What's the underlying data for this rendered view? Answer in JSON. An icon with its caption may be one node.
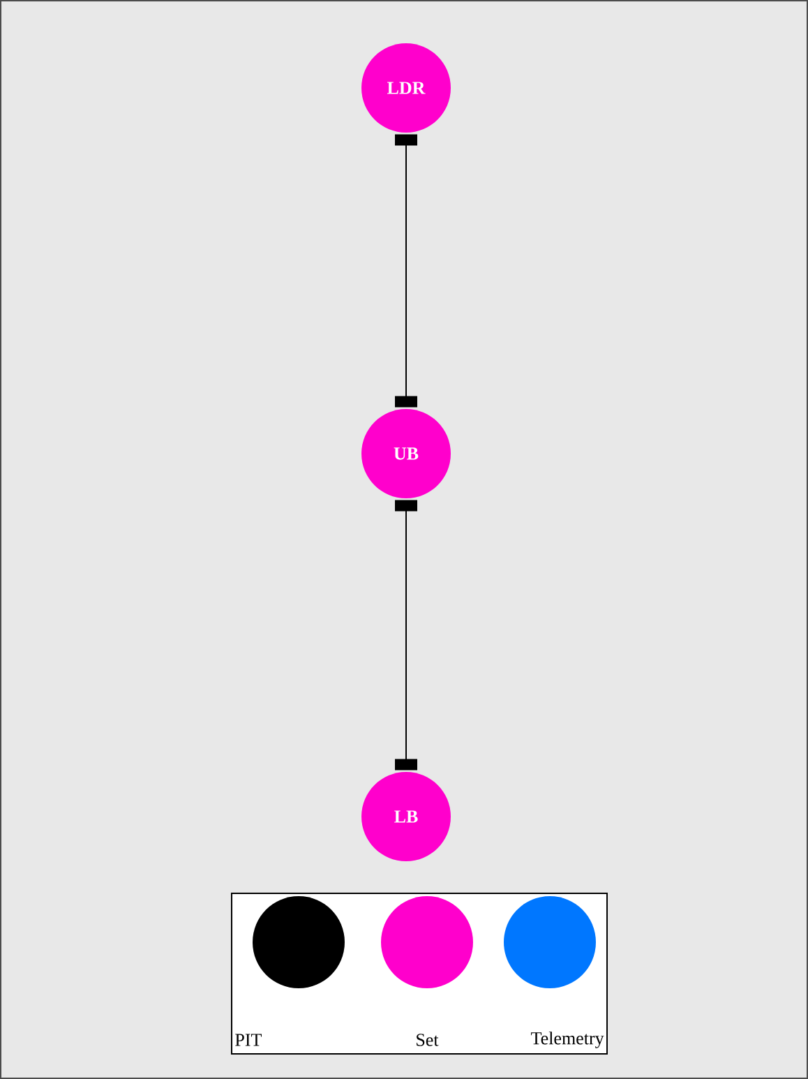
{
  "diagram": {
    "nodes": [
      {
        "text": [
          "LDR"
        ]
      },
      {
        "text": [
          "UB"
        ]
      },
      {
        "text": [
          "LB"
        ]
      }
    ],
    "edges": [
      {
        "from": 0,
        "to": 1,
        "arrow": "other"
      },
      {
        "from": 1,
        "to": 2,
        "arrow": "other"
      }
    ],
    "legend": [
      {
        "text": "PIT",
        "color": "#000000"
      },
      {
        "text": "Set",
        "color": "#ff00cc"
      },
      {
        "text": "Telemetry",
        "color": "#0077ff"
      }
    ]
  }
}
